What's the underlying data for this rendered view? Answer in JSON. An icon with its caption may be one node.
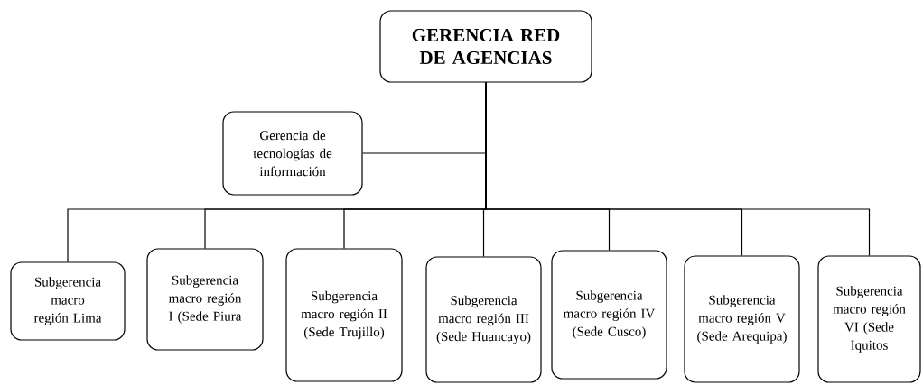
{
  "diagram": {
    "nodes": [
      {
        "text": [
          "GERENCIA RED DE AGENCIAS"
        ]
      },
      {
        "text": [
          "Gerencia de tecnologías de información"
        ]
      },
      {
        "text": [
          "Subgerencia macro región Lima"
        ]
      },
      {
        "text": [
          "Subgerencia macro región I (Sede Piura"
        ]
      },
      {
        "text": [
          "Subgerencia macro región II (Sede Trujillo)"
        ]
      },
      {
        "text": [
          "Subgerencia macro región III (Sede Huancayo)"
        ]
      },
      {
        "text": [
          "Subgerencia macro región IV (Sede Cusco)"
        ]
      },
      {
        "text": [
          "Subgerencia macro región V (Sede Arequipa)"
        ]
      },
      {
        "text": [
          "Subgerencia macro región VI (Sede Iquitos"
        ]
      }
    ],
    "edges": [
      {
        "from": 0,
        "to": 1,
        "arrow": "none"
      },
      {
        "from": 0,
        "to": 2,
        "arrow": "none"
      },
      {
        "from": 0,
        "to": 3,
        "arrow": "none"
      },
      {
        "from": 0,
        "to": 4,
        "arrow": "none"
      },
      {
        "from": 0,
        "to": 5,
        "arrow": "none"
      },
      {
        "from": 0,
        "to": 6,
        "arrow": "none"
      },
      {
        "from": 0,
        "to": 7,
        "arrow": "none"
      },
      {
        "from": 0,
        "to": 8,
        "arrow": "none"
      }
    ]
  }
}
